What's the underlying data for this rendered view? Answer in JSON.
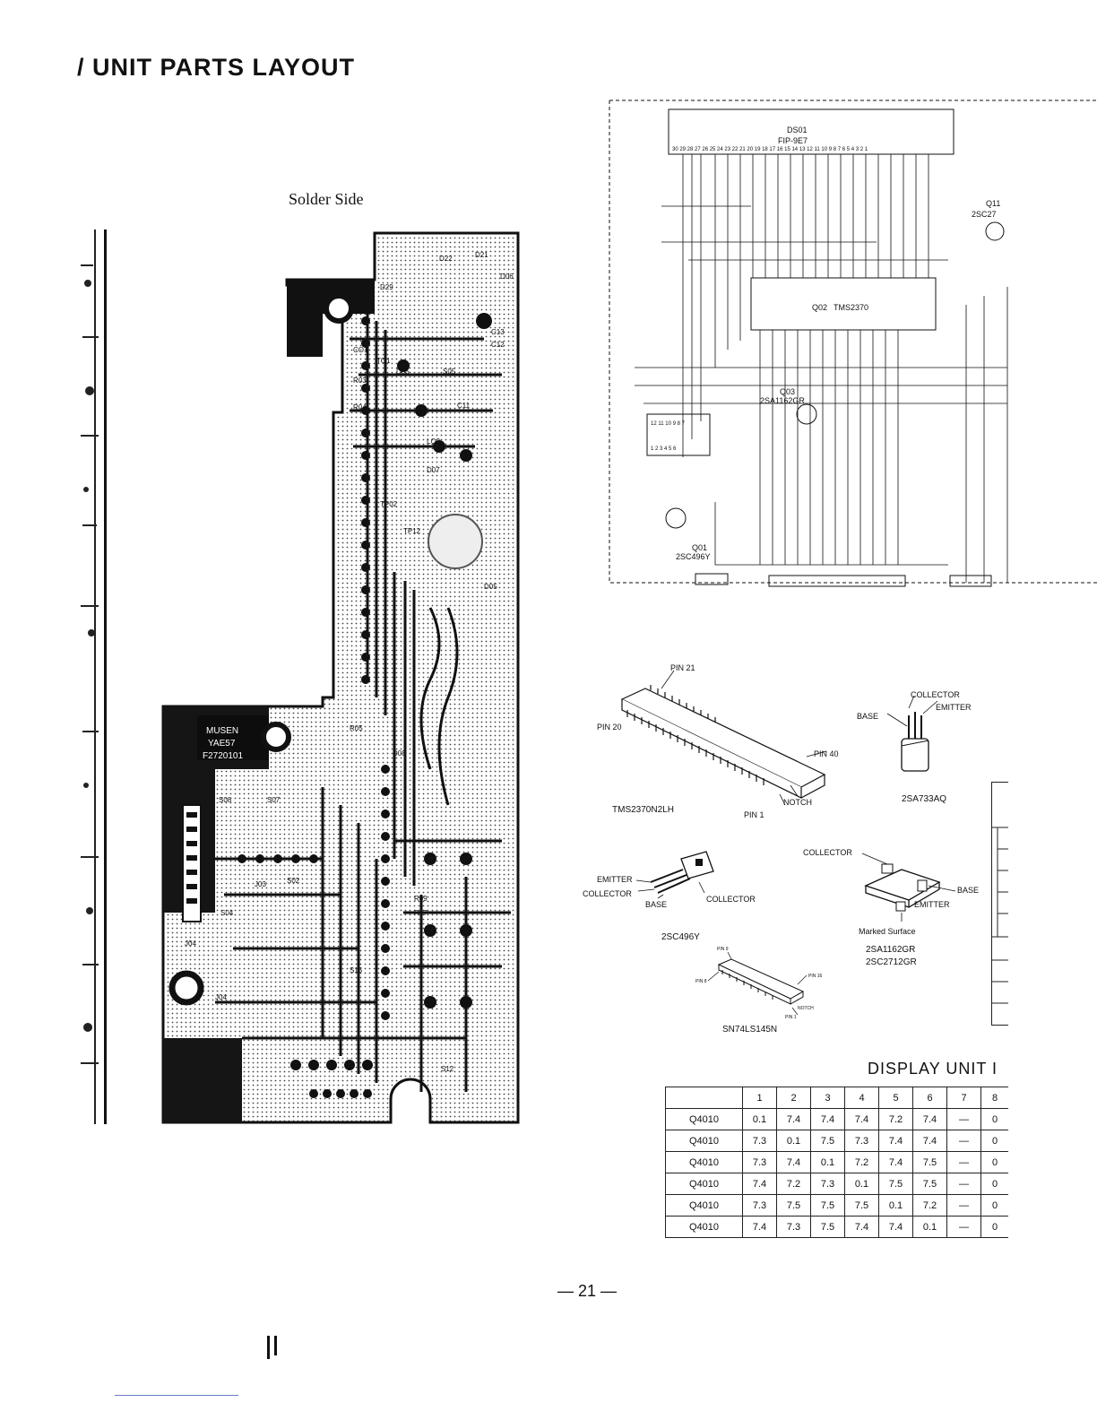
{
  "page": {
    "title": "/ UNIT PARTS LAYOUT",
    "solder_label": "Solder Side",
    "page_number": "— 21 —"
  },
  "schematic": {
    "ds01": "DS01",
    "fip": "FIP-9E7",
    "q02": "Q02",
    "tms": "TMS2370",
    "q03": "Q03",
    "q03_part": "2SA1162GR",
    "q01": "Q01",
    "q01_part": "2SC496Y",
    "q11": "Q11",
    "q11_part": "2SC27"
  },
  "pcb_labels": [
    "D21",
    "D22",
    "D29",
    "C13",
    "C12",
    "D06",
    "D05",
    "CO1",
    "S05",
    "R03",
    "R04",
    "TO1",
    "C11",
    "LO2",
    "D07",
    "TP02",
    "TP12",
    "D05",
    "R05",
    "D08",
    "S12",
    "R09",
    "R07",
    "J04",
    "S08",
    "S07",
    "S02",
    "S04",
    "J03",
    "S15",
    "J04",
    "MUSEN",
    "YAE57",
    "F2720101"
  ],
  "components": {
    "ic1": {
      "name": "TMS2370N2LH",
      "pin21": "PIN 21",
      "pin20": "PIN 20",
      "pin40": "PIN 40",
      "pin1": "PIN 1",
      "notch": "NOTCH"
    },
    "t1": {
      "name": "2SA733AQ",
      "collector": "COLLECTOR",
      "emitter": "EMITTER",
      "base": "BASE"
    },
    "t2": {
      "name": "2SC496Y",
      "emitter": "EMITTER",
      "collector_left": "COLLECTOR",
      "base": "BASE",
      "collector": "COLLECTOR"
    },
    "t3": {
      "name1": "2SA1162GR",
      "name2": "2SC2712GR",
      "collector": "COLLECTOR",
      "base": "BASE",
      "emitter": "EMITTER",
      "marked": "Marked Surface"
    },
    "ic2": {
      "name": "SN74LS145N",
      "pin9": "PIN 9",
      "pin8": "PIN 8",
      "pin16": "PIN 16",
      "notch": "NOTCH",
      "pin1": "PIN 1"
    }
  },
  "display_unit": {
    "title": "DISPLAY UNIT I",
    "headers": [
      "",
      "1",
      "2",
      "3",
      "4",
      "5",
      "6",
      "7",
      "8"
    ],
    "rows": [
      [
        "Q4010",
        "0.1",
        "7.4",
        "7.4",
        "7.4",
        "7.2",
        "7.4",
        "—",
        "0"
      ],
      [
        "Q4010",
        "7.3",
        "0.1",
        "7.5",
        "7.3",
        "7.4",
        "7.4",
        "—",
        "0"
      ],
      [
        "Q4010",
        "7.3",
        "7.4",
        "0.1",
        "7.2",
        "7.4",
        "7.5",
        "—",
        "0"
      ],
      [
        "Q4010",
        "7.4",
        "7.2",
        "7.3",
        "0.1",
        "7.5",
        "7.5",
        "—",
        "0"
      ],
      [
        "Q4010",
        "7.3",
        "7.5",
        "7.5",
        "7.5",
        "0.1",
        "7.2",
        "—",
        "0"
      ],
      [
        "Q4010",
        "7.4",
        "7.3",
        "7.5",
        "7.4",
        "7.4",
        "0.1",
        "—",
        "0"
      ]
    ]
  }
}
